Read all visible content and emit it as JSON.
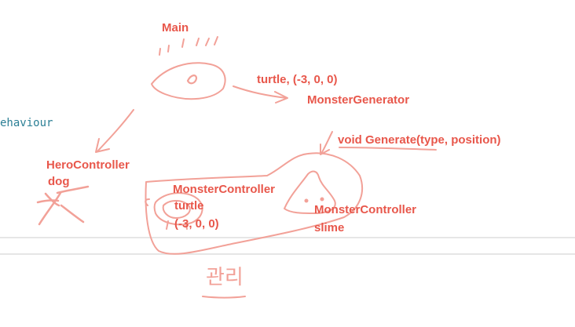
{
  "code_fragment": "ehaviour",
  "labels": {
    "main": "Main",
    "arrow_params": "turtle, (-3, 0, 0)",
    "monster_generator": "MonsterGenerator",
    "generate_method": "void Generate(type, position)",
    "hero_controller": "HeroController",
    "hero_type": "dog",
    "monster_controller_1": "MonsterController",
    "monster_1_type": "turtle",
    "monster_1_position": "(-3, 0, 0)",
    "monster_controller_2": "MonsterController",
    "monster_2_type": "slime",
    "handwritten_korean": "관리"
  },
  "colors": {
    "ink": "#e8574b",
    "sketch": "#f2a198",
    "code_text": "#2b7f95",
    "rule": "#e6e6e6"
  },
  "icons": [
    "eye-icon",
    "stick-figure-icon",
    "turtle-icon",
    "slime-icon"
  ]
}
